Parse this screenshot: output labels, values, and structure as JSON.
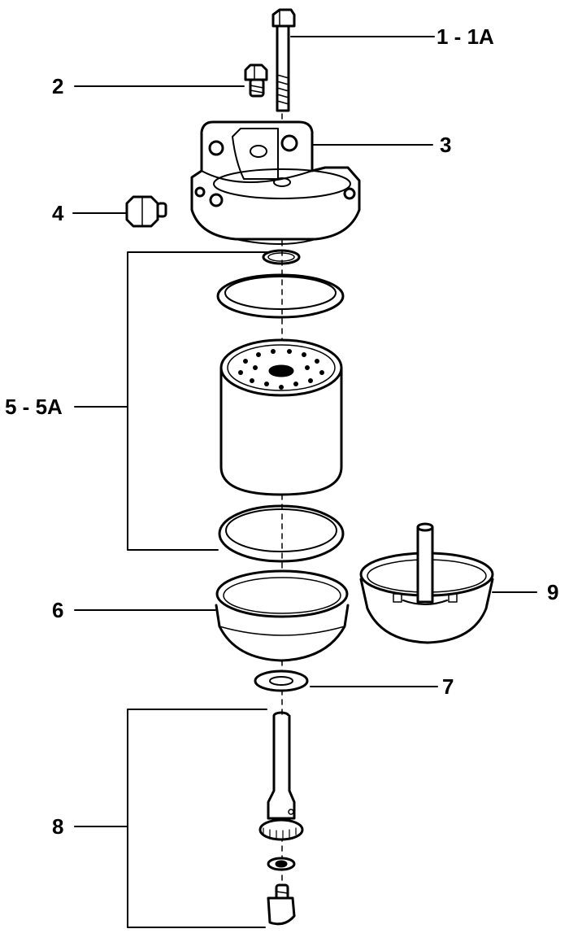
{
  "callouts": {
    "c1": "1 - 1A",
    "c2": "2",
    "c3": "3",
    "c4": "4",
    "c5": "5 - 5A",
    "c6": "6",
    "c7": "7",
    "c8": "8",
    "c9": "9"
  },
  "colors": {
    "ink": "#000000",
    "paper": "#ffffff"
  }
}
